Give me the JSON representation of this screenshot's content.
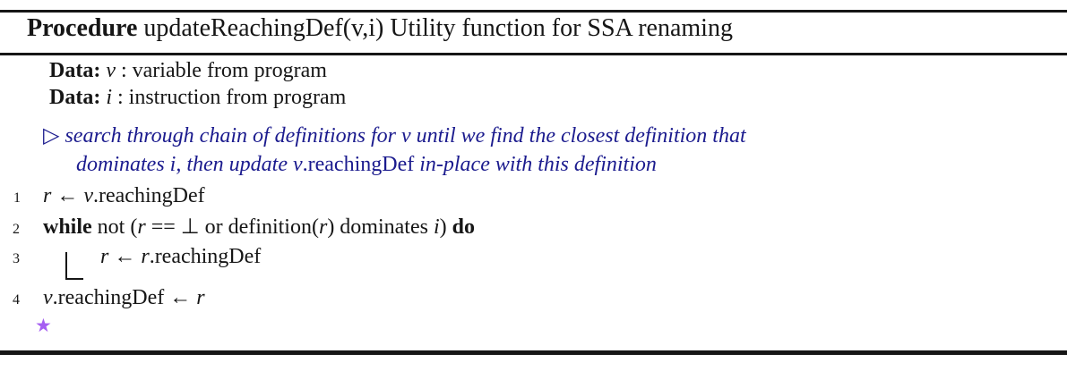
{
  "colors": {
    "ink": "#161616",
    "comment": "#1b1b8e",
    "star": "#a55ef2"
  },
  "title": {
    "segments": [
      {
        "t": "Procedure ",
        "s": "b"
      },
      {
        "t": "updateReachingDef(v,i) Utility function for SSA renaming",
        "s": ""
      }
    ]
  },
  "body": {
    "data_lines": [
      {
        "segments": [
          {
            "t": "Data: ",
            "s": "b"
          },
          {
            "t": "v",
            "s": "i"
          },
          {
            "t": " : variable from program",
            "s": ""
          }
        ]
      },
      {
        "segments": [
          {
            "t": "Data: ",
            "s": "b"
          },
          {
            "t": "i",
            "s": "i"
          },
          {
            "t": " : instruction from program",
            "s": ""
          }
        ]
      }
    ],
    "comment_lines": [
      {
        "segments": [
          {
            "t": "▷ ",
            "s": "r"
          },
          {
            "t": "search through chain of definitions for v until we find the closest definition that",
            "s": ""
          }
        ]
      },
      {
        "segments": [
          {
            "t": "dominates i, then update v",
            "s": ""
          },
          {
            "t": ".reachingDef",
            "s": "r"
          },
          {
            "t": " in-place with this definition",
            "s": ""
          }
        ]
      }
    ],
    "code_lines": [
      {
        "number": "1",
        "segments": [
          {
            "t": "r",
            "s": "i"
          },
          {
            "t": " ← ",
            "s": ""
          },
          {
            "t": "v",
            "s": "i"
          },
          {
            "t": ".reachingDef",
            "s": ""
          }
        ]
      },
      {
        "number": "2",
        "segments": [
          {
            "t": "while",
            "s": "b"
          },
          {
            "t": " not (",
            "s": ""
          },
          {
            "t": "r",
            "s": "i"
          },
          {
            "t": " == ⊥ or definition(",
            "s": ""
          },
          {
            "t": "r",
            "s": "i"
          },
          {
            "t": ") dominates ",
            "s": ""
          },
          {
            "t": "i",
            "s": "i"
          },
          {
            "t": ") ",
            "s": ""
          },
          {
            "t": "do",
            "s": "b"
          }
        ]
      },
      {
        "number": "3",
        "segments": [
          {
            "t": "r",
            "s": "i"
          },
          {
            "t": " ← ",
            "s": ""
          },
          {
            "t": "r",
            "s": "i"
          },
          {
            "t": ".reachingDef",
            "s": ""
          }
        ]
      },
      {
        "number": "4",
        "segments": [
          {
            "t": "v",
            "s": "i"
          },
          {
            "t": ".reachingDef ← ",
            "s": ""
          },
          {
            "t": "r",
            "s": "i"
          }
        ]
      }
    ]
  },
  "star_icon": {
    "glyph": "★"
  }
}
